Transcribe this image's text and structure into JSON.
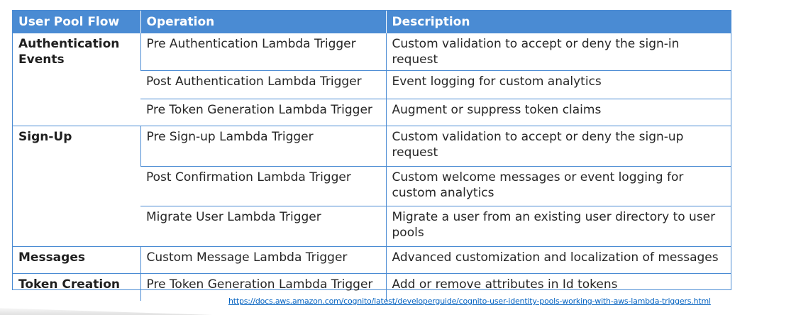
{
  "table": {
    "headers": [
      "User Pool Flow",
      "Operation",
      "Description"
    ],
    "groups": [
      {
        "flow": "Authentication Events",
        "rows": [
          {
            "operation": "Pre Authentication Lambda Trigger",
            "description": "Custom validation to accept or deny the sign-in request"
          },
          {
            "operation": "Post Authentication Lambda Trigger",
            "description": "Event logging for custom analytics"
          },
          {
            "operation": "Pre Token Generation Lambda Trigger",
            "description": "Augment or suppress token claims"
          }
        ]
      },
      {
        "flow": "Sign-Up",
        "rows": [
          {
            "operation": "Pre Sign-up Lambda Trigger",
            "description": "Custom validation to accept or deny the sign-up request"
          },
          {
            "operation": "Post Confirmation Lambda Trigger",
            "description": "Custom welcome messages or event logging for custom analytics"
          },
          {
            "operation": "Migrate User Lambda Trigger",
            "description": "Migrate a user from an existing user directory to user pools"
          }
        ]
      },
      {
        "flow": "Messages",
        "rows": [
          {
            "operation": "Custom Message Lambda Trigger",
            "description": "Advanced customization and localization of messages"
          }
        ]
      },
      {
        "flow": "Token Creation",
        "rows": [
          {
            "operation": "Pre Token Generation Lambda Trigger",
            "description": "Add or remove attributes in Id tokens"
          }
        ]
      }
    ]
  },
  "source_link": "https://docs.aws.amazon.com/cognito/latest/developerguide/cognito-user-identity-pools-working-with-aws-lambda-triggers.html",
  "colors": {
    "header_bg": "#4a8bd3",
    "border": "#4a8bd3",
    "link": "#0563c1"
  }
}
